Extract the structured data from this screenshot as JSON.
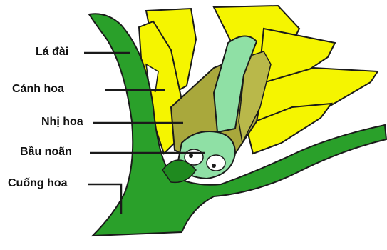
{
  "diagram": {
    "labels": {
      "la_dai": "Lá đài",
      "canh_hoa": "Cánh hoa",
      "nhi_hoa": "Nhị hoa",
      "bau_noan": "Bầu noãn",
      "cuong_hoa": "Cuống hoa"
    }
  },
  "colors": {
    "stem_green": "#2aa02a",
    "petal_yellow": "#f5f500",
    "stamen_olive": "#a9a83c",
    "pistil_mint": "#8fe0a5",
    "outline": "#1a1a1a"
  }
}
